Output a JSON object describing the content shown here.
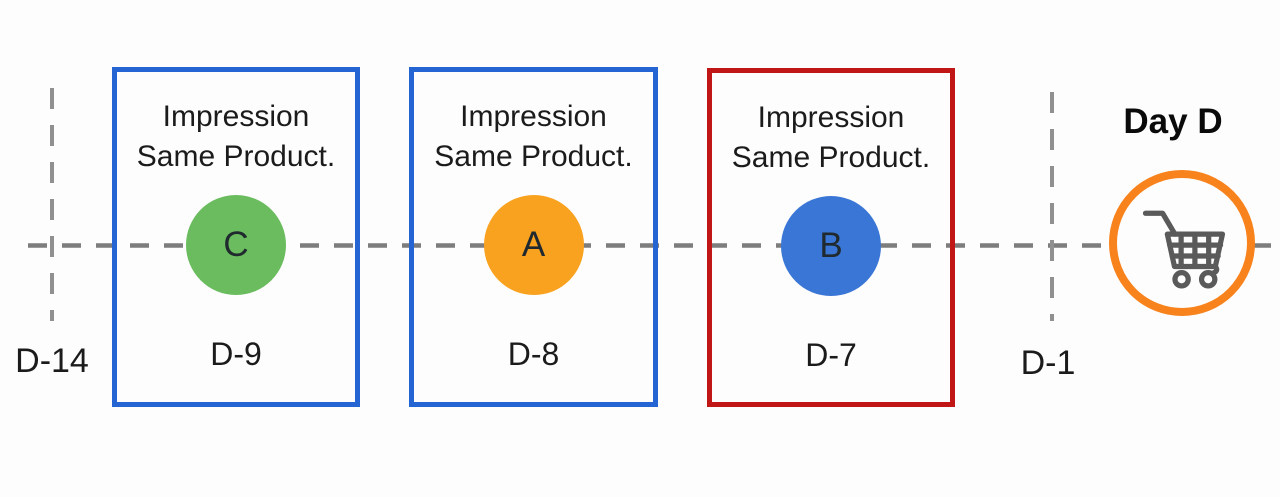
{
  "timeline": {
    "start_label": "D-14",
    "day_minus_1_label": "D-1",
    "day_d_label": "Day D",
    "axis_color": "#7d7d7d",
    "tick_color": "#909090"
  },
  "events": [
    {
      "title_line1": "Impression",
      "title_line2": "Same Product.",
      "letter": "C",
      "day": "D-9",
      "circle_color": "#6abc5e",
      "border_color": "#2464d3"
    },
    {
      "title_line1": "Impression",
      "title_line2": "Same Product.",
      "letter": "A",
      "day": "D-8",
      "circle_color": "#f9a21f",
      "border_color": "#2464d3"
    },
    {
      "title_line1": "Impression",
      "title_line2": "Same Product.",
      "letter": "B",
      "day": "D-7",
      "circle_color": "#3a76d6",
      "border_color": "#c01616"
    }
  ],
  "purchase": {
    "icon_name": "shopping-cart-icon",
    "ring_color": "#f8821b",
    "cart_color": "#5a5a5a"
  }
}
